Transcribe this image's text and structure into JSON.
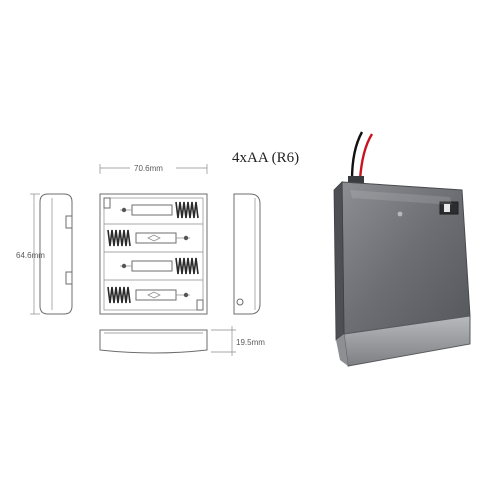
{
  "drawing": {
    "width_label": "70.6mm",
    "height_label": "64.6mm",
    "depth_label": "19.5mm"
  },
  "product": {
    "title": "4xAA (R6)"
  },
  "colors": {
    "line": "#6d6d6d",
    "case_dark": "#5f6166",
    "wire_red": "#c8141e",
    "wire_black": "#111111"
  }
}
